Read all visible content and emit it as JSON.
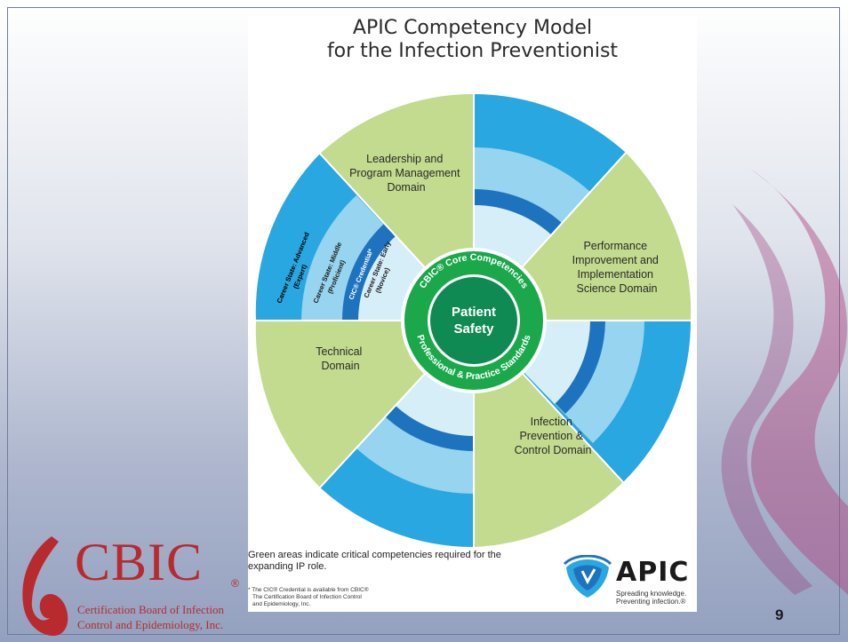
{
  "slide": {
    "page_number": "9"
  },
  "poster": {
    "title_line1": "APIC Competency Model",
    "title_line2": "for the Infection Preventionist",
    "domains": {
      "leadership": [
        "Leadership and",
        "Program Management",
        "Domain"
      ],
      "performance": [
        "Performance",
        "Improvement and",
        "Implementation",
        "Science Domain"
      ],
      "infection": [
        "Infection",
        "Prevention &",
        "Control Domain"
      ],
      "technical": [
        "Technical",
        "Domain"
      ]
    },
    "career_states": {
      "advanced": [
        "Career State: Advanced",
        "(Expert)"
      ],
      "middle": [
        "Career State: Middle",
        "(Proficient)"
      ],
      "credential": "CIC® Credential*",
      "early": [
        "Career State: Early",
        "(Novice)"
      ]
    },
    "ring_top": "CBIC® Core Competencies",
    "ring_bottom": "Professional & Practice Standards",
    "center": [
      "Patient",
      "Safety"
    ],
    "note": "Green areas indicate critical competencies required for the expanding IP role.",
    "footnote": [
      "* The CIC® Credential is available from CBIC®",
      "The Certification Board of Infection Control",
      "and Epidemiology, Inc."
    ],
    "apic": {
      "name": "APIC",
      "tagline": [
        "Spreading knowledge.",
        "Preventing infection.®"
      ]
    }
  },
  "cbic_logo": {
    "name": "CBIC",
    "reg": "®",
    "subtitle": [
      "Certification Board of Infection",
      "Control and Epidemiology, Inc."
    ]
  },
  "colors": {
    "green": "#c3db8e",
    "blue_dark": "#1e73bf",
    "blue_mid": "#29a7e1",
    "blue_light": "#96d4ef",
    "blue_pale": "#d6eef8",
    "ring_green": "#1aa84a",
    "center_green": "#0e8a52",
    "cbic_red": "#b82a2e",
    "ribbon": "#b0407d"
  }
}
